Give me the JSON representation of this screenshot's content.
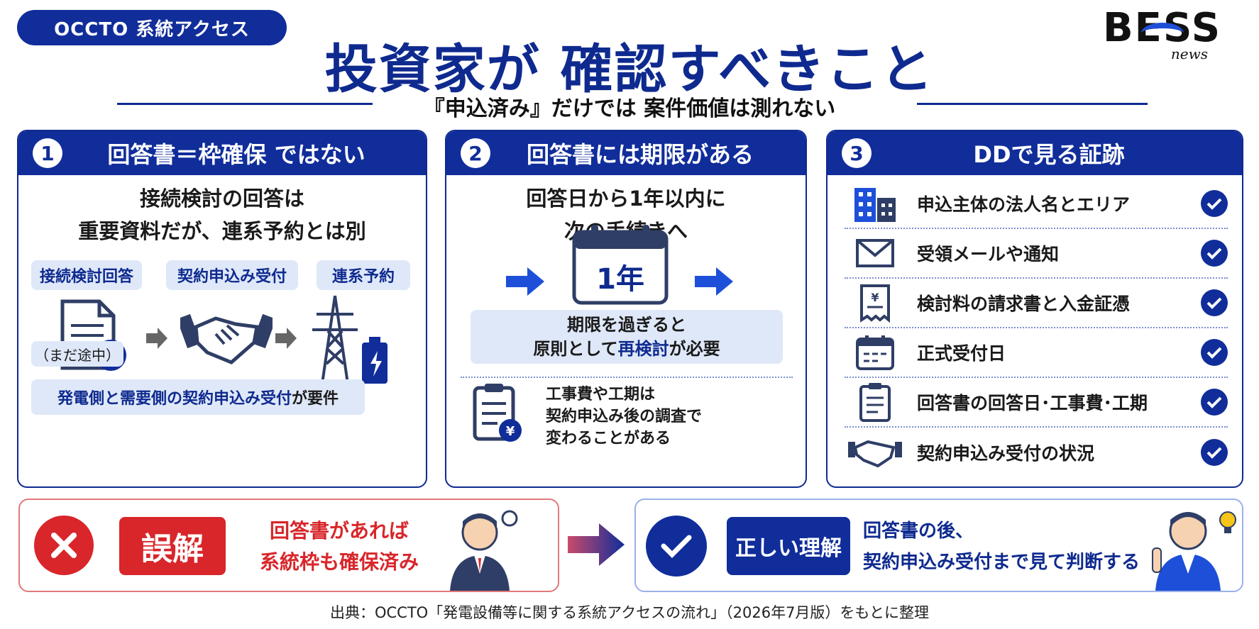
{
  "header": {
    "tag": "OCCTO 系統アクセス",
    "title": "投資家が 確認すべきこと",
    "subtitle": "『申込済み』だけでは 案件価値は測れない",
    "logo": "BESS",
    "logo_sub": "news"
  },
  "panel1": {
    "num": "1",
    "heading": "回答書＝枠確保 ではない",
    "lead1": "接続検討の回答は",
    "lead2": "重要資料だが、連系予約とは別",
    "steps": [
      "接続検討回答",
      "契約申込み受付",
      "連系予約"
    ],
    "pending": "（まだ途中）",
    "footer_blue": "発電側と需要側の契約申込み受付",
    "footer_black": "が要件"
  },
  "panel2": {
    "num": "2",
    "heading": "回答書には期限がある",
    "lead1": "回答日から1年以内に",
    "lead2": "次の手続きへ",
    "calendar": "1年",
    "note1": "期限を過ぎると",
    "note2_a": "原則として",
    "note2_b": "再検討",
    "note2_c": "が必要",
    "extra1": "工事費や工期は",
    "extra2": "契約申込み後の調査で",
    "extra3": "変わることがある"
  },
  "panel3": {
    "num": "3",
    "heading": "DDで見る証跡",
    "items": [
      "申込主体の法人名とエリア",
      "受領メールや通知",
      "検討料の請求書と入金証憑",
      "正式受付日",
      "回答書の回答日･工事費･工期",
      "契約申込み受付の状況"
    ]
  },
  "bottom": {
    "wrong_label": "誤解",
    "wrong_text1": "回答書があれば",
    "wrong_text2": "系統枠も確保済み",
    "right_label": "正しい理解",
    "right_text1": "回答書の後、",
    "right_text2": "契約申込み受付まで見て判断する"
  },
  "source": "出典：OCCTO「発電設備等に関する系統アクセスの流れ」（2026年7月版）をもとに整理",
  "colors": {
    "navy": "#102d9a",
    "light_blue": "#dfe8f8",
    "red": "#d8262a"
  }
}
